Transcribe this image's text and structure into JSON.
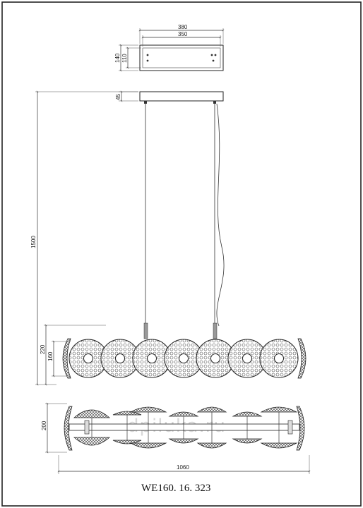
{
  "model": "WE160. 16. 323",
  "watermark": "dpiluka.ru",
  "dimensions": {
    "canopy_length_outer": "380",
    "canopy_length_inner": "350",
    "canopy_width_outer": "140",
    "canopy_width_inner": "110",
    "canopy_height": "45",
    "suspension_height": "1500",
    "ring_diameter_outer": "220",
    "ring_diameter_inner": "160",
    "body_width": "200",
    "total_length": "1060"
  }
}
